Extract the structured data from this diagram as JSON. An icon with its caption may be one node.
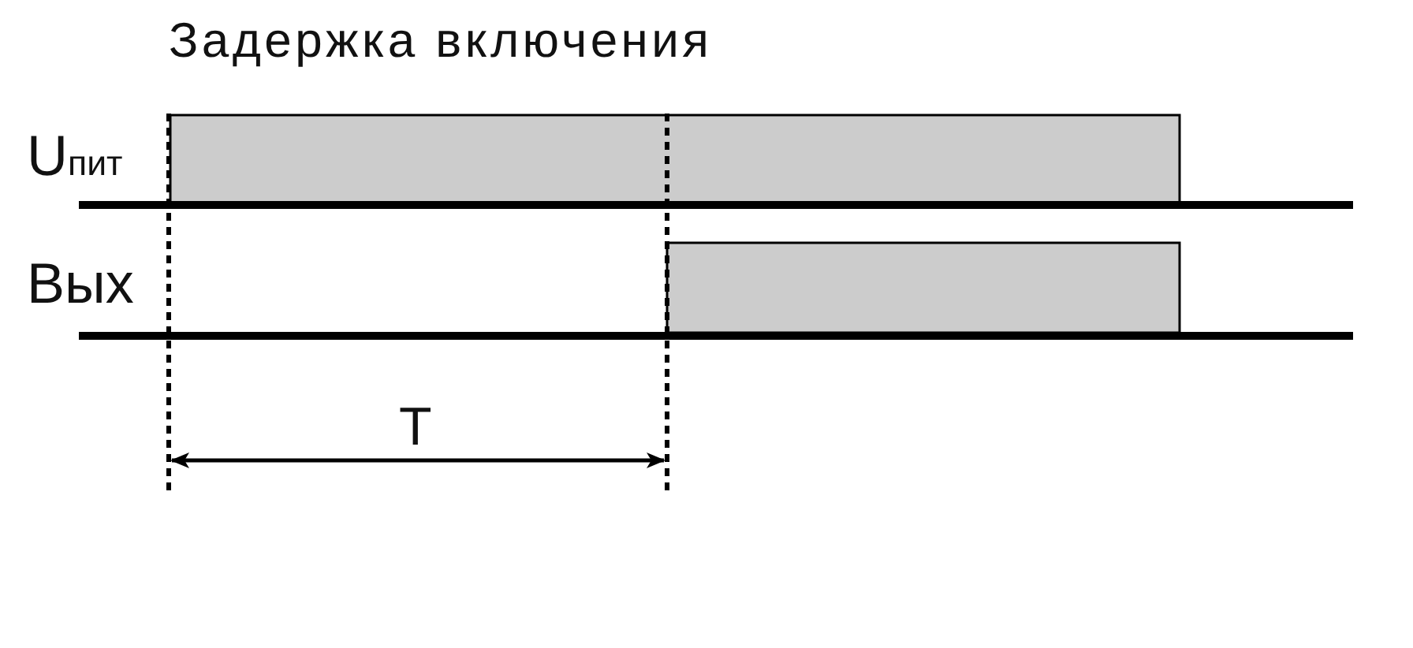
{
  "diagram": {
    "title": "Задержка включения",
    "labels": [
      "U$_{пит}$",
      "Вых",
      "T"
    ]
  }
}
